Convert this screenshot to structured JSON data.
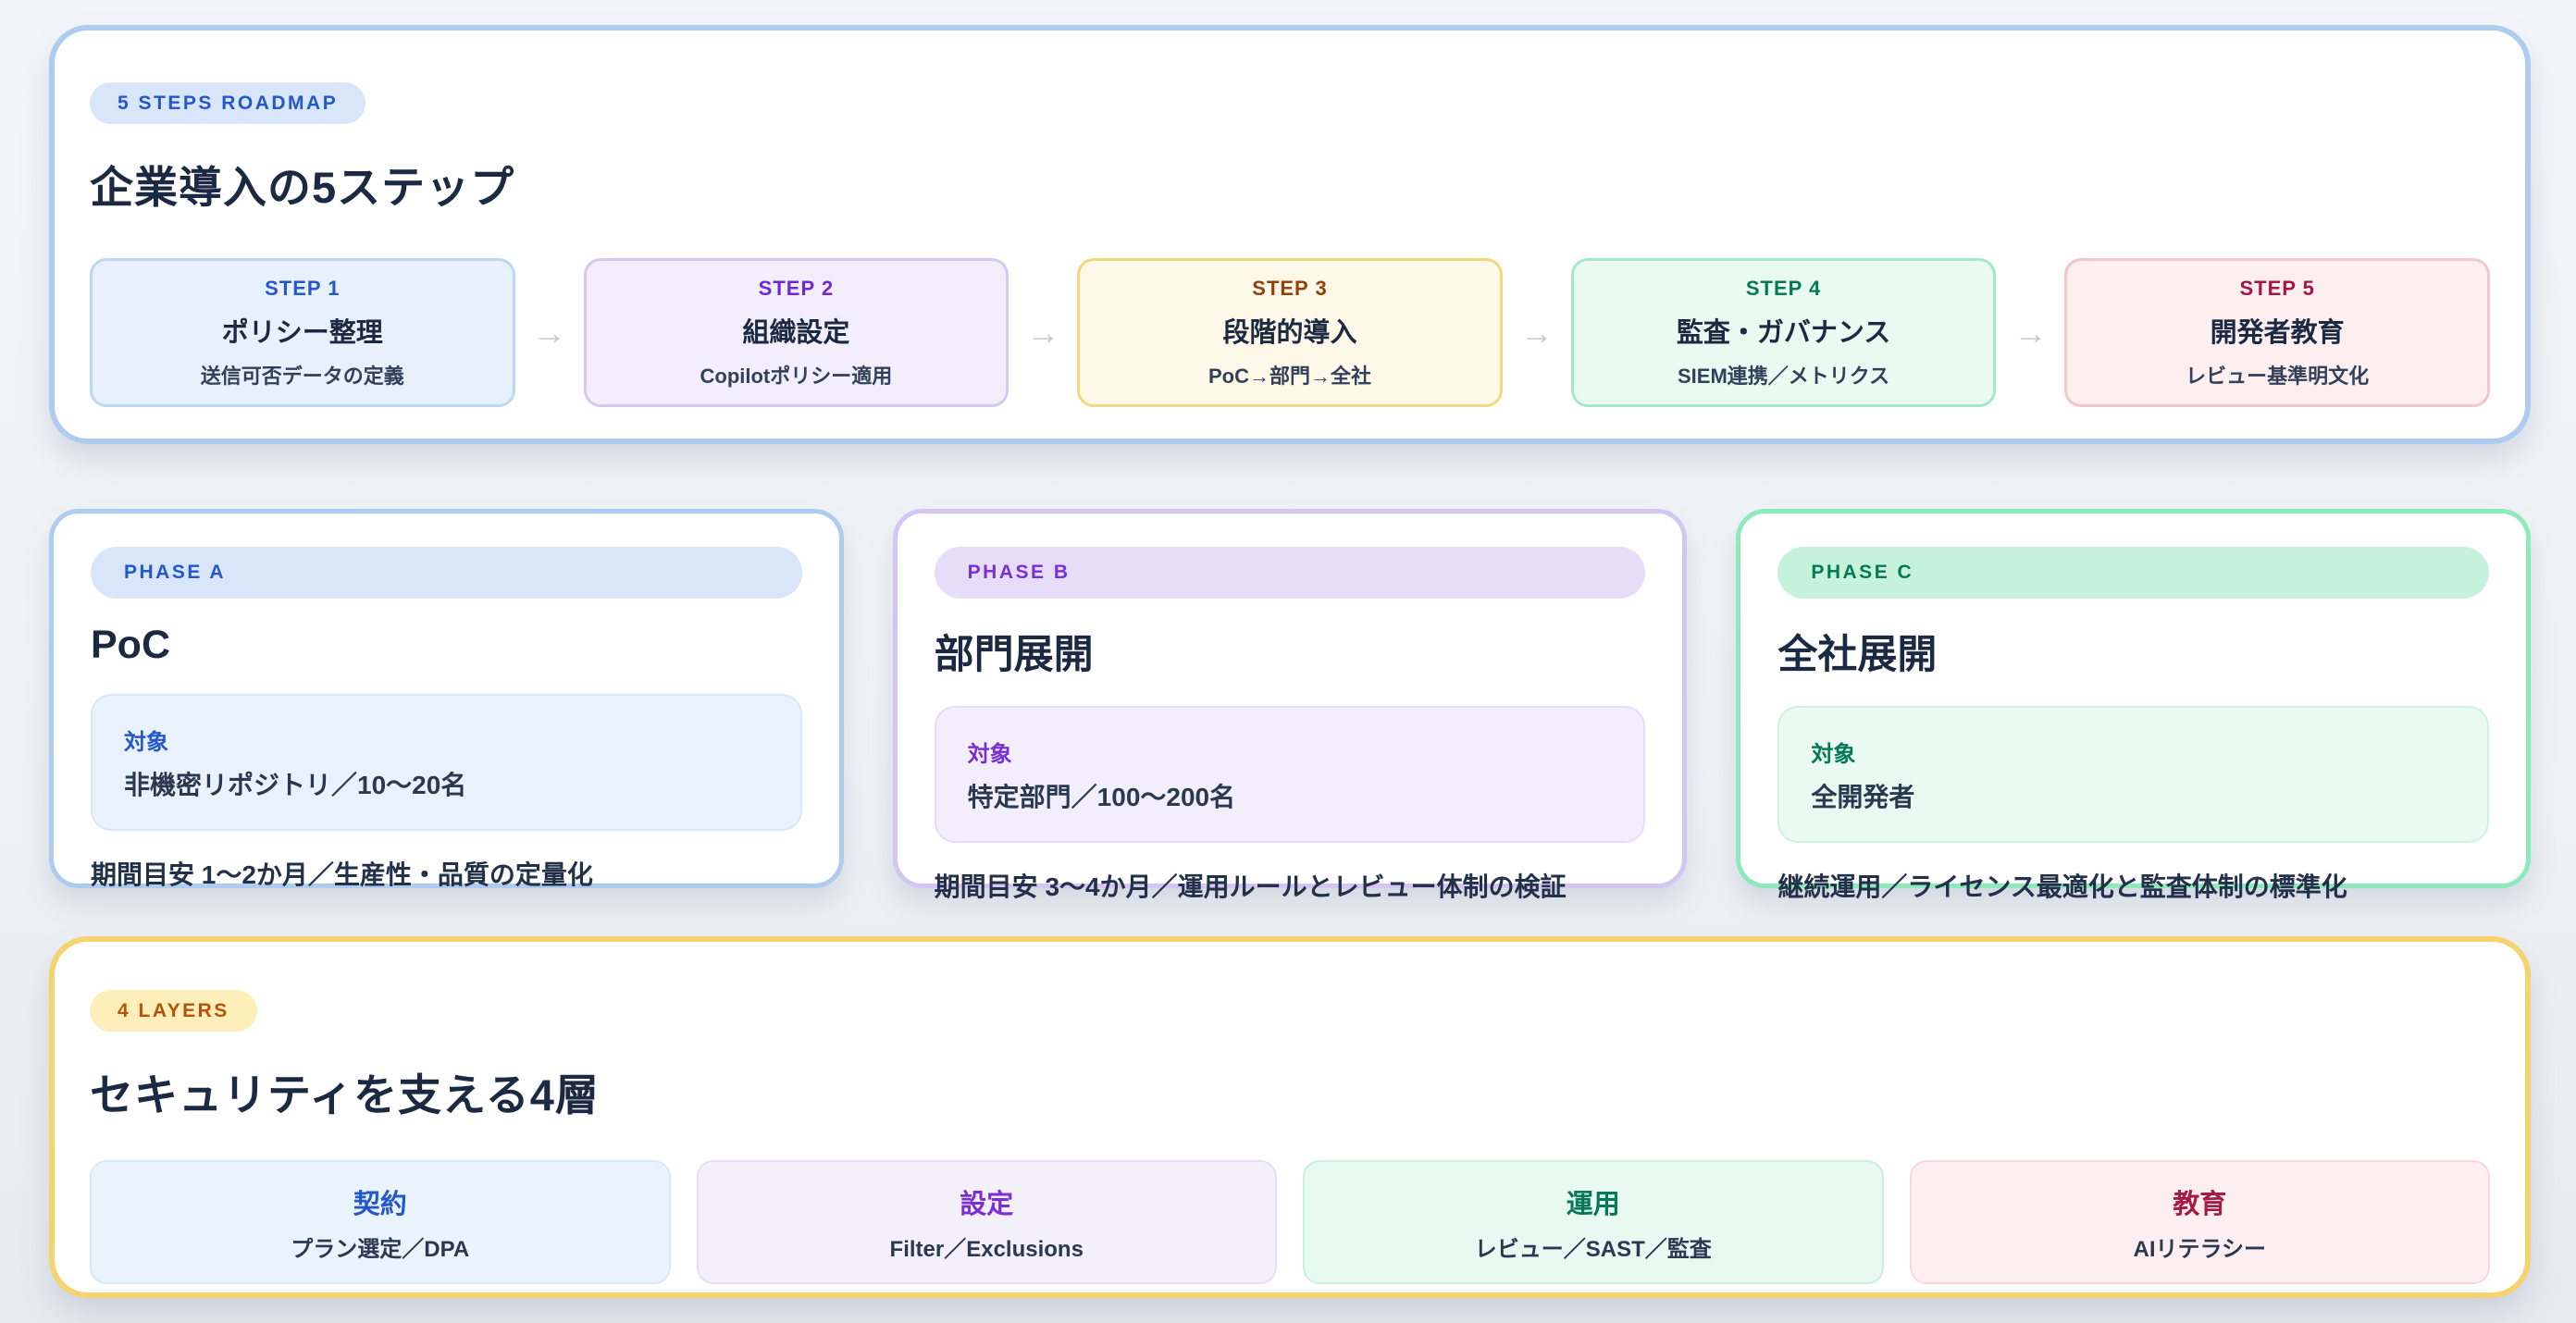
{
  "roadmap": {
    "badge": "5 STEPS ROADMAP",
    "badge_bg": "#d9e6f9",
    "badge_color": "#2457c9",
    "panel_border": "#aecbf0",
    "title": "企業導入の5ステップ",
    "arrow": "→",
    "arrow_color": "#c3cad6",
    "steps": [
      {
        "label": "STEP 1",
        "title": "ポリシー整理",
        "desc": "送信可否データの定義",
        "accent": "#2457c9",
        "bg": "#e8f1fb",
        "border": "#bcd7f2"
      },
      {
        "label": "STEP 2",
        "title": "組織設定",
        "desc": "Copilotポリシー適用",
        "accent": "#6d28d9",
        "bg": "#f2eefb",
        "border": "#d6c9f0"
      },
      {
        "label": "STEP 3",
        "title": "段階的導入",
        "desc": "PoC→部門→全社",
        "accent": "#92400e",
        "bg": "#fdf8e7",
        "border": "#f1d87f"
      },
      {
        "label": "STEP 4",
        "title": "監査・ガバナンス",
        "desc": "SIEM連携／メトリクス",
        "accent": "#047857",
        "bg": "#e9faf1",
        "border": "#a5e8c7"
      },
      {
        "label": "STEP 5",
        "title": "開発者教育",
        "desc": "レビュー基準明文化",
        "accent": "#a31748",
        "bg": "#fdeef0",
        "border": "#f3c6cb"
      }
    ]
  },
  "phases": [
    {
      "badge": "PHASE A",
      "title": "PoC",
      "target_label": "対象",
      "target_value": "非機密リポジトリ／10〜20名",
      "footer": "期間目安 1〜2か月／生産性・品質の定量化",
      "accent": "#2457c9",
      "border": "#aecbf0",
      "badge_bg": "#d9e6f9",
      "target_bg": "#e9f2fc",
      "target_border": "#d7e7f9"
    },
    {
      "badge": "PHASE B",
      "title": "部門展開",
      "target_label": "対象",
      "target_value": "特定部門／100〜200名",
      "footer": "期間目安 3〜4か月／運用ルールとレビュー体制の検証",
      "accent": "#7a2fd4",
      "border": "#d4c6f2",
      "badge_bg": "#e6ddf8",
      "target_bg": "#f3eefc",
      "target_border": "#e6dcf8"
    },
    {
      "badge": "PHASE C",
      "title": "全社展開",
      "target_label": "対象",
      "target_value": "全開発者",
      "footer": "継続運用／ライセンス最適化と監査体制の標準化",
      "accent": "#047857",
      "border": "#8ee9bd",
      "badge_bg": "#c6f2dc",
      "target_bg": "#e9faf2",
      "target_border": "#cdf2e0"
    }
  ],
  "layers": {
    "badge": "4 LAYERS",
    "badge_bg": "#fdeeba",
    "badge_color": "#b45309",
    "panel_border": "#f5d36e",
    "title": "セキュリティを支える4層",
    "items": [
      {
        "title": "契約",
        "desc": "プラン選定／DPA",
        "accent": "#2457c9",
        "bg": "#eaf2fb",
        "border": "#dbe8f7"
      },
      {
        "title": "設定",
        "desc": "Filter／Exclusions",
        "accent": "#7a2fd4",
        "bg": "#f4f0fb",
        "border": "#e7def6"
      },
      {
        "title": "運用",
        "desc": "レビュー／SAST／監査",
        "accent": "#047857",
        "bg": "#e8f9f1",
        "border": "#c9efdd"
      },
      {
        "title": "教育",
        "desc": "AIリテラシー",
        "accent": "#a61b44",
        "bg": "#fdeff1",
        "border": "#f6d8dd"
      }
    ]
  }
}
